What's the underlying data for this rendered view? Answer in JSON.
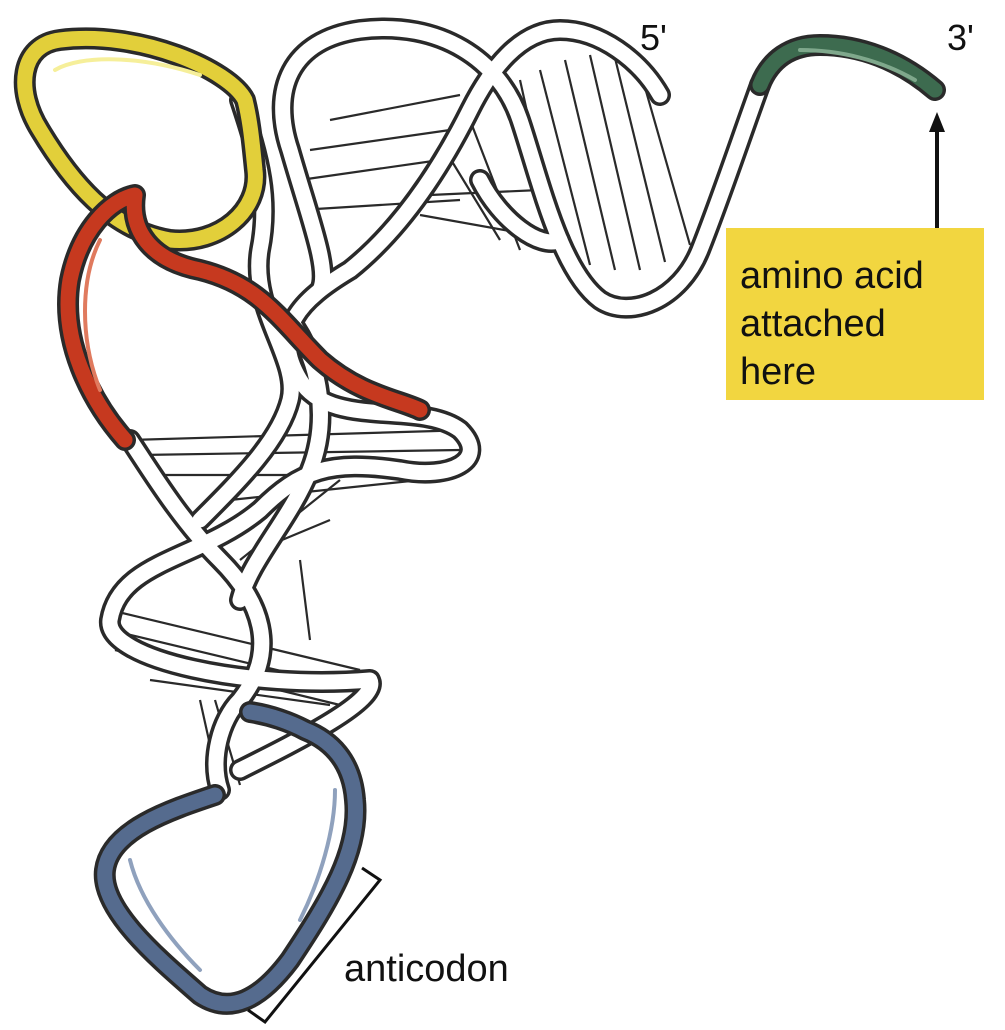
{
  "labels": {
    "five_prime": "5'",
    "three_prime": "3'",
    "amino_acid_line1": "amino acid",
    "amino_acid_line2": "attached",
    "amino_acid_line3": "here",
    "anticodon": "anticodon"
  },
  "colors": {
    "backbone_fill": "#ffffff",
    "backbone_outline": "#2a2a2a",
    "d_loop": "#e2cf3a",
    "variable_loop": "#c6391f",
    "anticodon_loop": "#556b8e",
    "acceptor_end": "#3d6b4f",
    "callout_box": "#f2d640",
    "ink": "#111111"
  }
}
